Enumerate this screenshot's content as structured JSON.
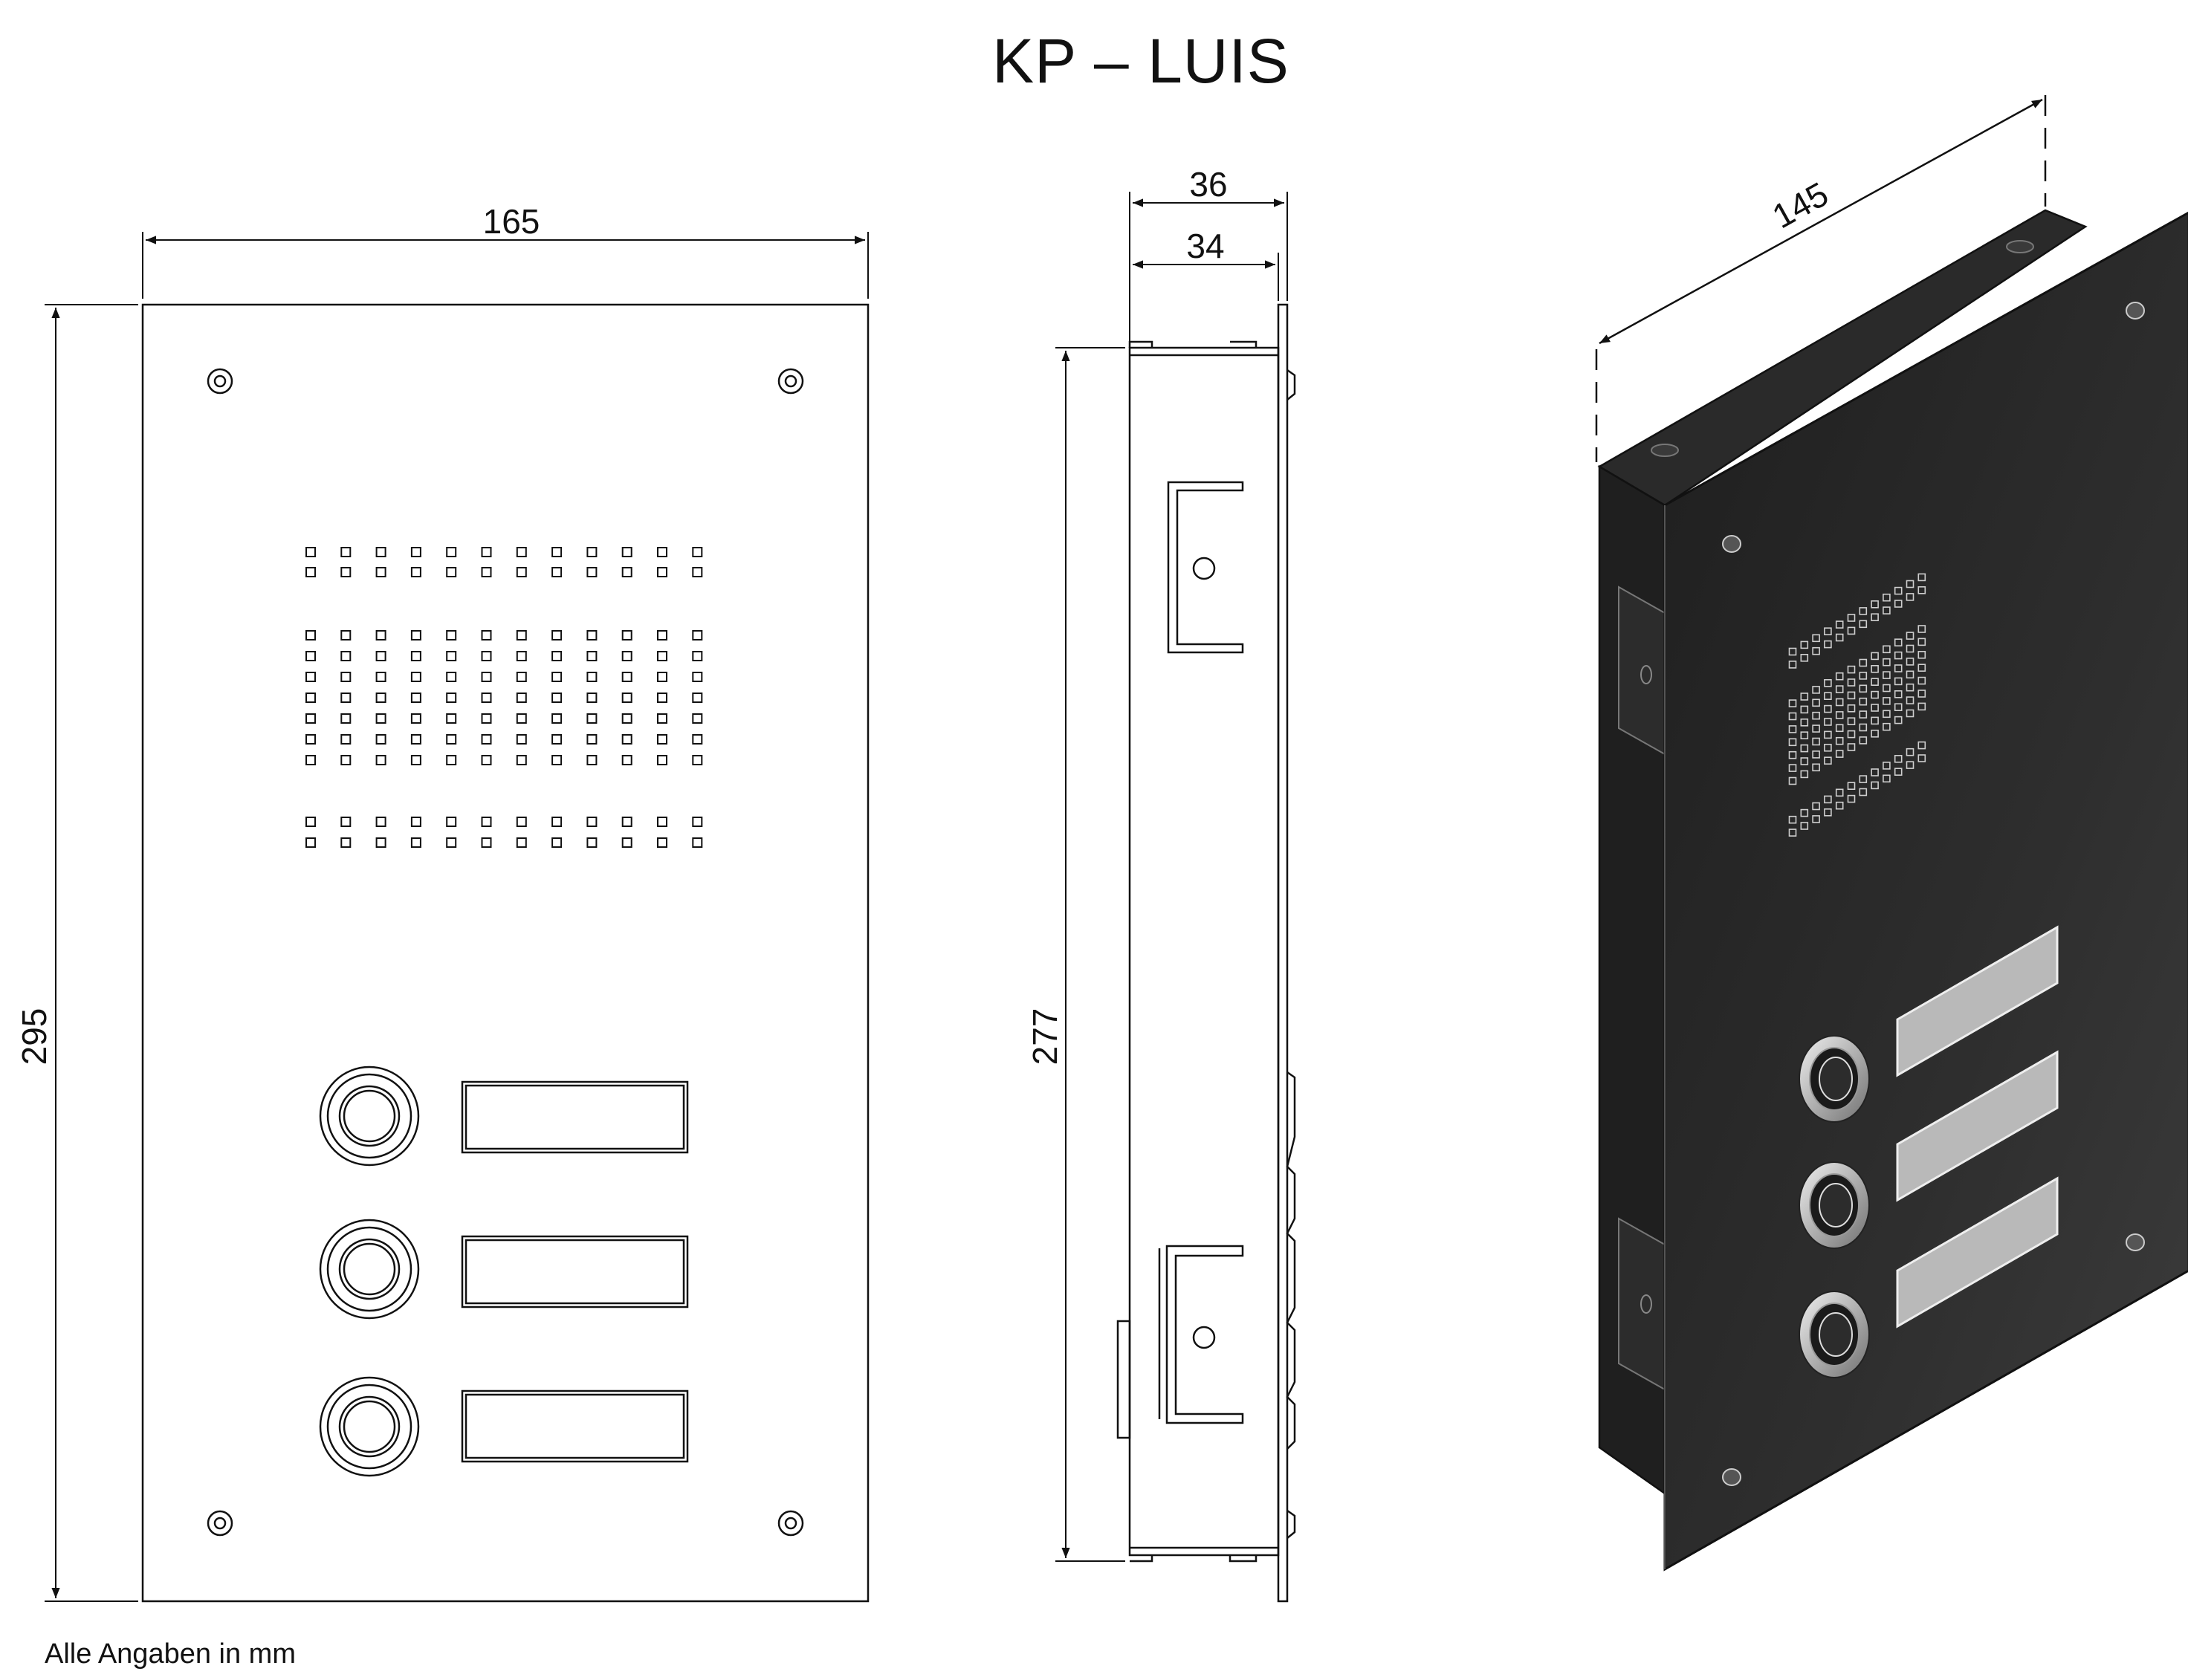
{
  "title": "KP – LUIS",
  "footnote": "Alle Angaben in mm",
  "dimensions": {
    "width": "165",
    "height": "295",
    "side_depth_outer": "36",
    "side_depth_inner": "34",
    "side_height": "277",
    "iso_depth": "145"
  },
  "views": {
    "front": {
      "name_slots": 3,
      "bell_buttons": 3,
      "screw_holes": 4
    },
    "side": {},
    "isometric": {
      "panel_color": "#2b2b2b",
      "label_color": "#b9b9b9"
    }
  }
}
